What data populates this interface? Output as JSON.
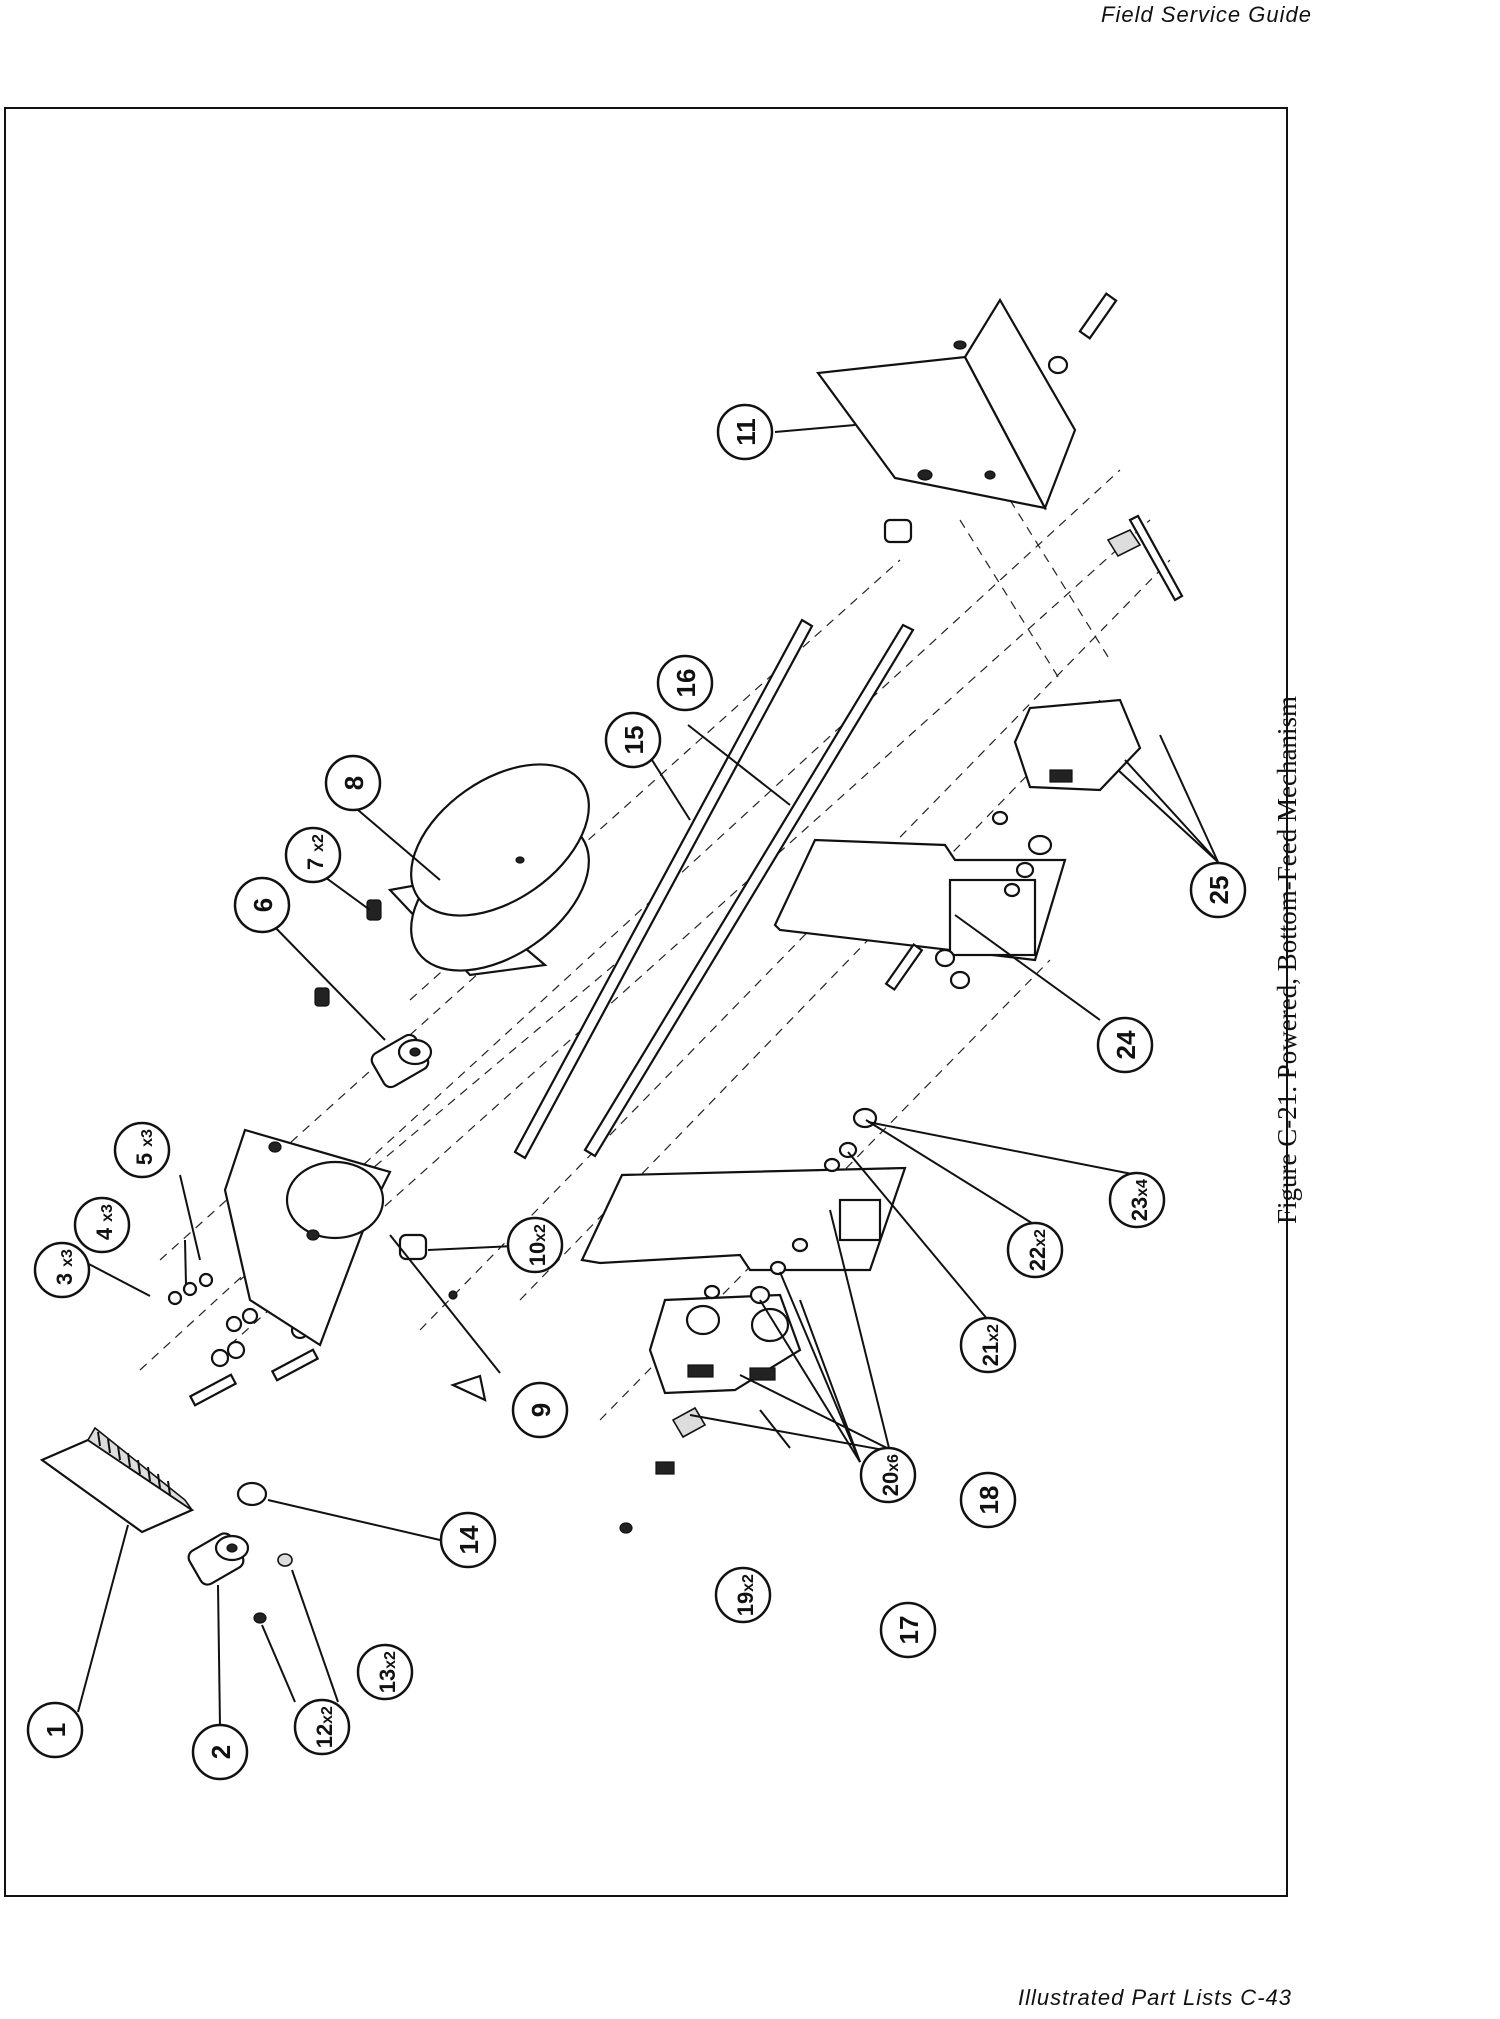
{
  "header": {
    "title": "Field Service Guide"
  },
  "footer": {
    "text": "Illustrated Part Lists   C-43"
  },
  "figure": {
    "caption": "Figure C-21. Powered, Bottom-Feed Mechanism"
  },
  "callouts": [
    {
      "num": "1",
      "qty": ""
    },
    {
      "num": "2",
      "qty": ""
    },
    {
      "num": "3",
      "qty": "x3"
    },
    {
      "num": "4",
      "qty": "x3"
    },
    {
      "num": "5",
      "qty": "x3"
    },
    {
      "num": "6",
      "qty": ""
    },
    {
      "num": "7",
      "qty": "x2"
    },
    {
      "num": "8",
      "qty": ""
    },
    {
      "num": "9",
      "qty": ""
    },
    {
      "num": "10",
      "qty": "x2"
    },
    {
      "num": "11",
      "qty": ""
    },
    {
      "num": "12",
      "qty": "x2"
    },
    {
      "num": "13",
      "qty": "x2"
    },
    {
      "num": "14",
      "qty": ""
    },
    {
      "num": "15",
      "qty": ""
    },
    {
      "num": "16",
      "qty": ""
    },
    {
      "num": "17",
      "qty": ""
    },
    {
      "num": "18",
      "qty": ""
    },
    {
      "num": "19",
      "qty": "x2"
    },
    {
      "num": "20",
      "qty": "x6"
    },
    {
      "num": "21",
      "qty": "x2"
    },
    {
      "num": "22",
      "qty": "x2"
    },
    {
      "num": "23",
      "qty": "x4"
    },
    {
      "num": "24",
      "qty": ""
    },
    {
      "num": "25",
      "qty": ""
    }
  ]
}
